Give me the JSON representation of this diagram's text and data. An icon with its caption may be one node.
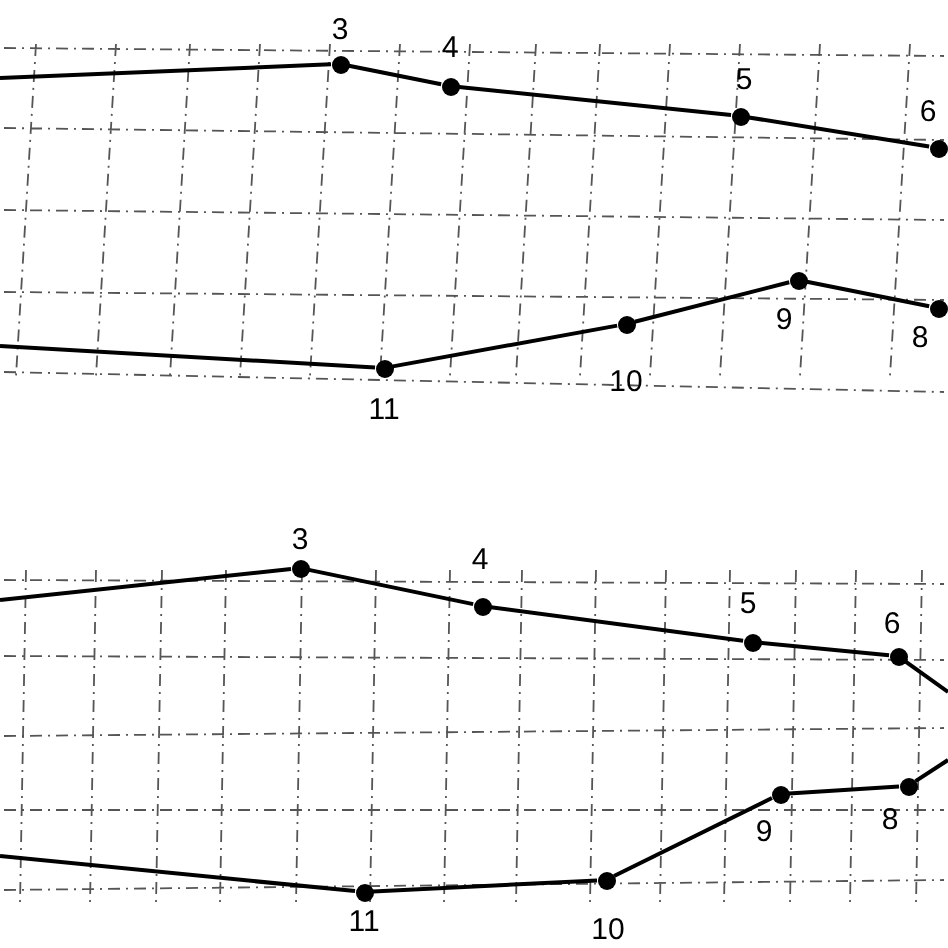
{
  "diagram": {
    "nodes": [
      {
        "text": [],
        "shape": "circle",
        "beside": [
          "3"
        ]
      },
      {
        "text": [],
        "shape": "circle",
        "beside": [
          "4"
        ]
      },
      {
        "text": [],
        "shape": "circle",
        "beside": [
          "5"
        ]
      },
      {
        "text": [],
        "shape": "circle",
        "beside": [
          "6"
        ]
      },
      {
        "text": [],
        "shape": "circle",
        "beside": [
          "11"
        ]
      },
      {
        "text": [],
        "shape": "circle",
        "beside": [
          "10"
        ]
      },
      {
        "text": [],
        "shape": "circle",
        "beside": [
          "9"
        ]
      },
      {
        "text": [],
        "shape": "circle",
        "beside": [
          "8"
        ]
      },
      {
        "text": [],
        "shape": "circle",
        "beside": [
          "3"
        ]
      },
      {
        "text": [],
        "shape": "circle",
        "beside": [
          "4"
        ]
      },
      {
        "text": [],
        "shape": "circle",
        "beside": [
          "5"
        ]
      },
      {
        "text": [],
        "shape": "circle",
        "beside": [
          "6"
        ]
      },
      {
        "text": [],
        "shape": "circle",
        "beside": [
          "11"
        ]
      },
      {
        "text": [],
        "shape": "circle",
        "beside": [
          "10"
        ]
      },
      {
        "text": [],
        "shape": "circle",
        "beside": [
          "9"
        ]
      },
      {
        "text": [],
        "shape": "circle",
        "beside": [
          "8"
        ]
      }
    ],
    "edges": [
      {
        "from": null,
        "to": 0,
        "arrow": "none"
      },
      {
        "from": 0,
        "to": 1,
        "arrow": "none"
      },
      {
        "from": 1,
        "to": 2,
        "arrow": "none"
      },
      {
        "from": 2,
        "to": 3,
        "arrow": "none"
      },
      {
        "from": null,
        "to": 4,
        "arrow": "none"
      },
      {
        "from": 4,
        "to": 5,
        "arrow": "none"
      },
      {
        "from": 5,
        "to": 6,
        "arrow": "none"
      },
      {
        "from": 6,
        "to": 7,
        "arrow": "none"
      },
      {
        "from": null,
        "to": 8,
        "arrow": "none"
      },
      {
        "from": 8,
        "to": 9,
        "arrow": "none"
      },
      {
        "from": 9,
        "to": 10,
        "arrow": "none"
      },
      {
        "from": 10,
        "to": 11,
        "arrow": "none"
      },
      {
        "from": 11,
        "to": null,
        "arrow": "none"
      },
      {
        "from": null,
        "to": 12,
        "arrow": "none"
      },
      {
        "from": 12,
        "to": 13,
        "arrow": "none"
      },
      {
        "from": 13,
        "to": 14,
        "arrow": "none"
      },
      {
        "from": 14,
        "to": 15,
        "arrow": "none"
      },
      {
        "from": 15,
        "to": null,
        "arrow": "none"
      }
    ]
  }
}
